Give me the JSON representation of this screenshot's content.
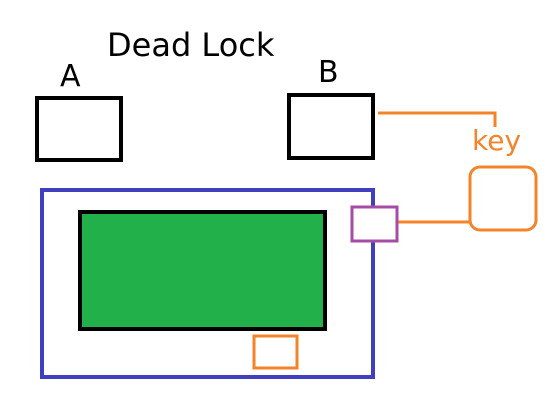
{
  "title": "Dead Lock",
  "labels": {
    "process_a": "A",
    "process_b": "B",
    "key": "key"
  },
  "colors": {
    "outline_black": "#000000",
    "container_blue": "#3f3fbf",
    "resource_green": "#22b04b",
    "key_orange": "#f5832a",
    "connector_purple": "#a64ca6"
  }
}
